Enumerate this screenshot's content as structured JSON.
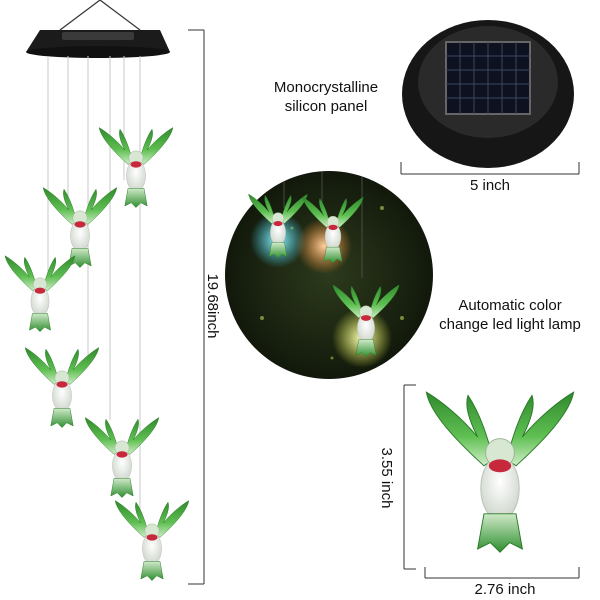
{
  "labels": {
    "panel_line1": "Monocrystalline",
    "panel_line2": "silicon panel",
    "panel_size": "5 inch",
    "led_line1": "Automatic color",
    "led_line2": "change led light lamp",
    "total_height": "19.68inch",
    "bird_height": "3.55 inch",
    "bird_width": "2.76 inch"
  },
  "colors": {
    "bird_green": "#3f9e3a",
    "bird_red": "#c8283c",
    "glow_cyan": "#3fe0ff",
    "glow_orange": "#ff8a2a",
    "glow_yellow": "#f4ff4a",
    "night_bg": "#1d2a12"
  },
  "icons": [
    "hummingbird-icon",
    "solar-panel-icon"
  ]
}
